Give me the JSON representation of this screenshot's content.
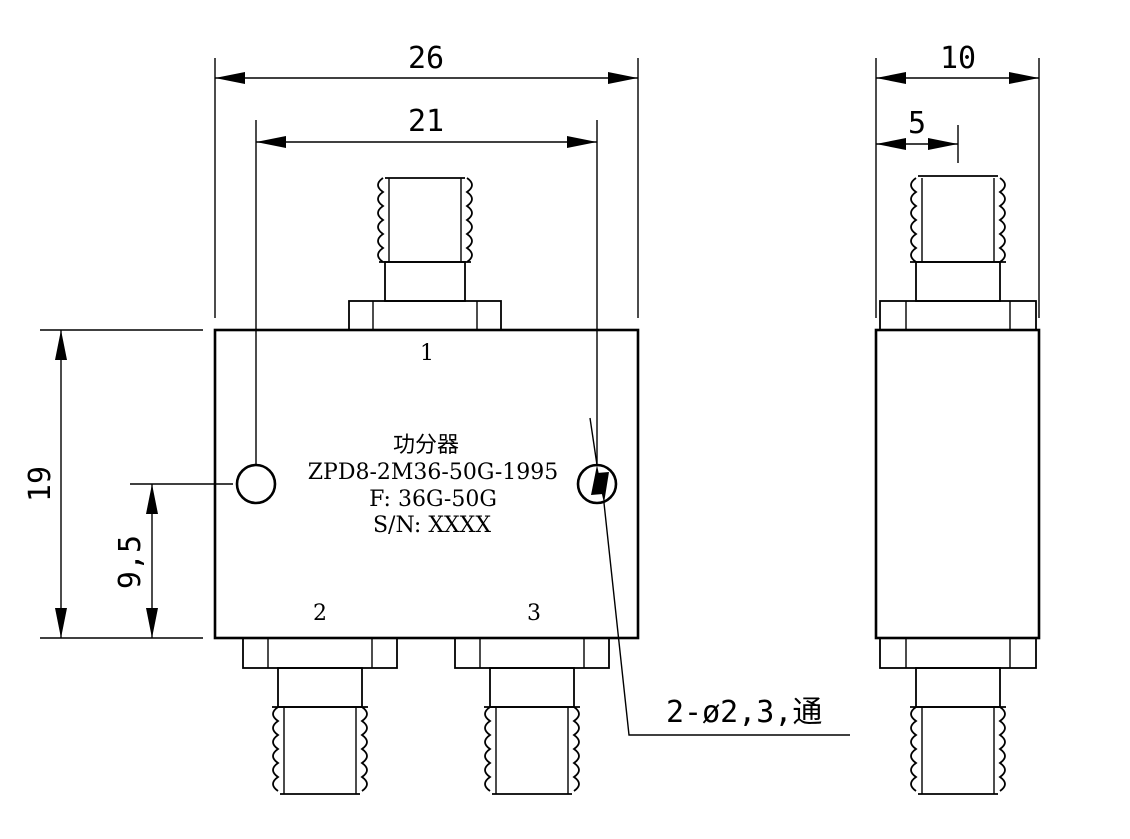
{
  "dimensions": {
    "overall_width": "26",
    "hole_spacing": "21",
    "side_width": "10",
    "side_half": "5",
    "body_height": "19",
    "hole_height": "9,5"
  },
  "body_label": {
    "title": "功分器",
    "model": "ZPD8-2M36-50G-1995",
    "frequency": "F: 36G-50G",
    "serial": "S/N: XXXX"
  },
  "ports": {
    "port1": "1",
    "port2": "2",
    "port3": "3"
  },
  "callout": "2-ø2,3,通"
}
